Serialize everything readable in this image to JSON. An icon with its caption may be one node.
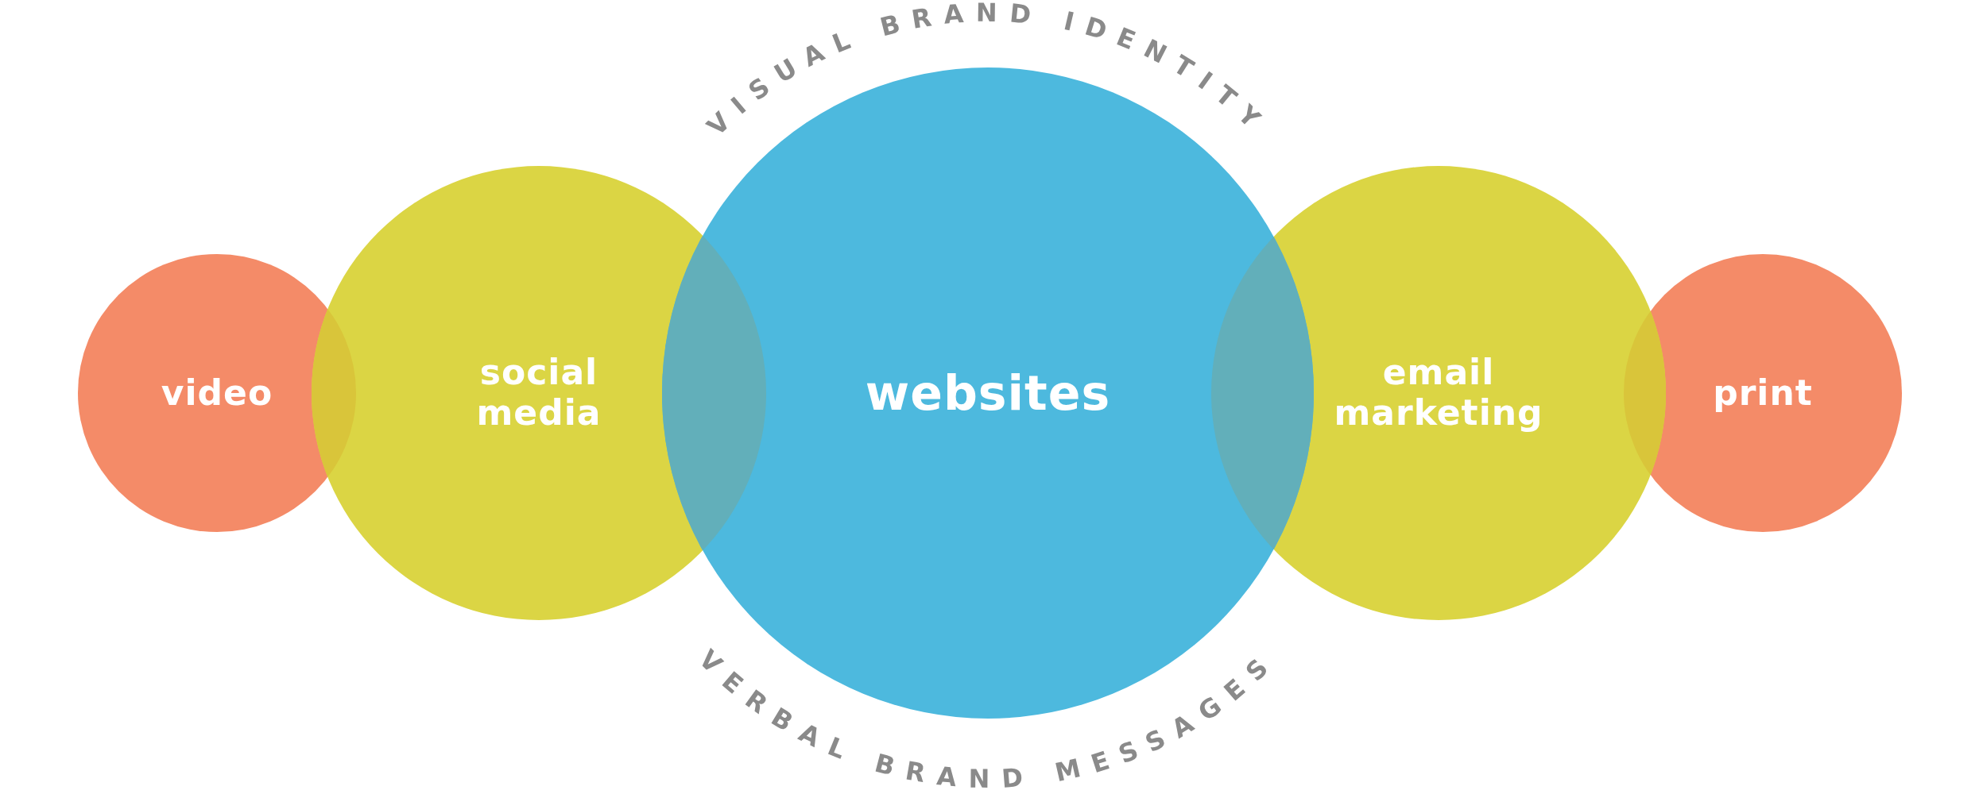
{
  "diagram": {
    "nodes": [
      {
        "text": [
          "video"
        ]
      },
      {
        "text": [
          "social media"
        ]
      },
      {
        "text": [
          "websites"
        ]
      },
      {
        "text": [
          "email marketing"
        ]
      },
      {
        "text": [
          "print"
        ]
      }
    ],
    "labels": [
      "VISUAL BRAND IDENTITY",
      "VERBAL BRAND MESSAGES"
    ]
  }
}
